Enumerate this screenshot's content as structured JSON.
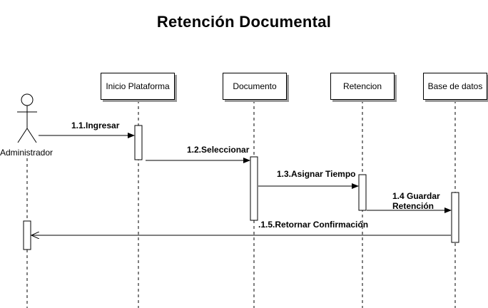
{
  "title": "Retención Documental",
  "actor": {
    "label": "Administrador"
  },
  "participants": [
    {
      "id": "inicio",
      "label": "Inicio Plataforma"
    },
    {
      "id": "documento",
      "label": "Documento"
    },
    {
      "id": "retencion",
      "label": "Retencion"
    },
    {
      "id": "base",
      "label": "Base de datos"
    }
  ],
  "messages": [
    {
      "label": "1.1.Ingresar"
    },
    {
      "label": "1.2.Seleccionar"
    },
    {
      "label": "1.3.Asignar Tiempo"
    },
    {
      "label_line1": "1.4 Guardar",
      "label_line2": "Retención"
    },
    {
      "label": ".1.5.Retornar Confirmación"
    }
  ]
}
